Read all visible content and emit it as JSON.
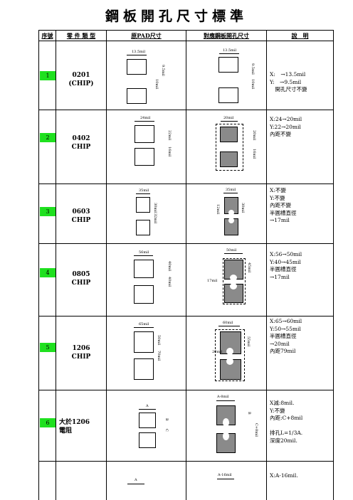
{
  "title": "鋼板開孔尺寸標準",
  "headers": {
    "no": "序號",
    "type": "零 件 類 型",
    "orig": "原PAD尺寸",
    "stencil": "對應鋼板開孔尺寸",
    "desc": "說　明"
  },
  "rows": [
    {
      "no": "1",
      "type_line1": "0201",
      "type_line2": "(CHIP)",
      "orig_w": "13.5mil",
      "orig_h": "9.5mil",
      "orig_gap": "10mil",
      "st_w": "13.5mil",
      "st_h": "9.5mil",
      "st_gap": "10mil",
      "desc": [
        "X:　→13.5mil",
        "Y:　→9.5mil",
        "　開孔尺寸不變"
      ]
    },
    {
      "no": "2",
      "type_line1": "0402",
      "type_line2": "CHIP",
      "orig_w": "24mil",
      "orig_h": "22mil",
      "orig_gap": "16mil",
      "st_w": "20mil",
      "st_h": "20mil",
      "st_gap": "16mil",
      "desc": [
        "X:24→20mil",
        "Y:22→20mil",
        "內距不變"
      ]
    },
    {
      "no": "3",
      "type_line1": "0603",
      "type_line2": "CHIP",
      "orig_w": "35mil",
      "orig_h": "30mil",
      "orig_gap": "32mil",
      "st_w": "35mil",
      "st_h": "30mil",
      "st_gap": "12mil",
      "desc": [
        "X:不變",
        "Y:不變",
        "內距不變",
        "半圓槽直徑",
        "→17mil"
      ]
    },
    {
      "no": "4",
      "type_line1": "0805",
      "type_line2": "CHIP",
      "orig_w": "56mil",
      "orig_h": "40mil",
      "orig_gap": "40mil",
      "st_w": "50mil",
      "st_h": "45mil",
      "st_gap": "17mil",
      "desc": [
        "X:56→50mil",
        "Y:40→45mil",
        "半圓槽直徑",
        "→17mil"
      ]
    },
    {
      "no": "5",
      "type_line1": "1206",
      "type_line2": "CHIP",
      "orig_w": "65mil",
      "orig_h": "50mil",
      "orig_gap": "70mil",
      "st_w": "60mil",
      "st_h": "55mil",
      "st_gap": "20mil",
      "desc": [
        "X:65→60mil",
        "Y:50→55mil",
        "半圓槽直徑",
        "→20mil",
        "內距79mil"
      ]
    },
    {
      "no": "6",
      "type_line1": "大於1206",
      "type_line2": "電阻",
      "orig_w": "A",
      "orig_h": "B",
      "orig_gap": "C",
      "st_w": "A-8mil",
      "st_h": "B",
      "st_gap": "C+8mil",
      "desc": [
        "X減:8mil.",
        "Y:不變",
        "內距:C+8mil",
        "",
        "排孔L=1/3A.",
        "深度20mil."
      ]
    },
    {
      "no": "",
      "type_line1": "",
      "type_line2": "",
      "orig_w": "A",
      "st_w": "A-16mil",
      "desc": [
        "X:A-16mil."
      ]
    }
  ]
}
